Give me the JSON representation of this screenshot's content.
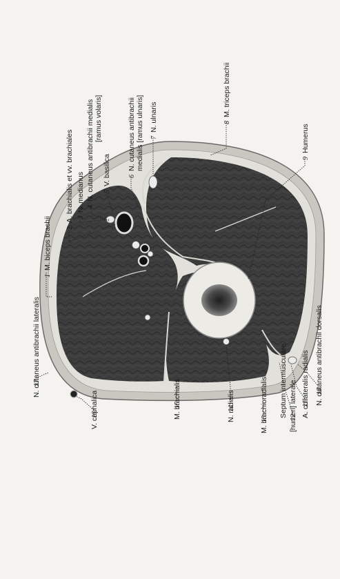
{
  "labels": {
    "biceps": {
      "text": "M. biceps brachii",
      "num": "1"
    },
    "art_brachialis": {
      "text": "A. brachialis et vv. brachiales",
      "num": "2"
    },
    "n_medianus": {
      "text": "N. medianus",
      "num": "3"
    },
    "n_cut_medialis": {
      "text": "N. cutaneus antibrachii medialis",
      "sub": "[ramus volaris]",
      "num": "4"
    },
    "v_basilica": {
      "text": "V. basilica",
      "num": "5"
    },
    "n_cut_ulnaris": {
      "text": "N. cutaneus antibrachii",
      "sub": "medialis [ramus ulnaris]",
      "num": "6"
    },
    "n_ulnaris": {
      "text": "N. ulnaris",
      "num": "7"
    },
    "triceps": {
      "text": "M. triceps brachii",
      "num": "8"
    },
    "humerus": {
      "text": "Humerus",
      "num": "9"
    },
    "n_cut_dorsalis": {
      "text": "N. cutaneus antibrachii dorsalis",
      "num": "10"
    },
    "a_coll_radialis": {
      "text": "A. collateralis radialis",
      "num": "11"
    },
    "septum": {
      "text": "Septum intermusculare",
      "sub": "[humeri] laterale",
      "num": "12"
    },
    "brachioradialis": {
      "text": "M. brachioradialis",
      "num": "13"
    },
    "n_radialis": {
      "text": "N. radialis",
      "num": "14"
    },
    "brachialis": {
      "text": "M. brachialis",
      "num": "15"
    },
    "v_cephalica": {
      "text": "V. cephalica",
      "num": "16"
    },
    "n_cut_lateralis": {
      "text": "N. cutaneus antibrachii lateralis",
      "num": "17"
    }
  }
}
